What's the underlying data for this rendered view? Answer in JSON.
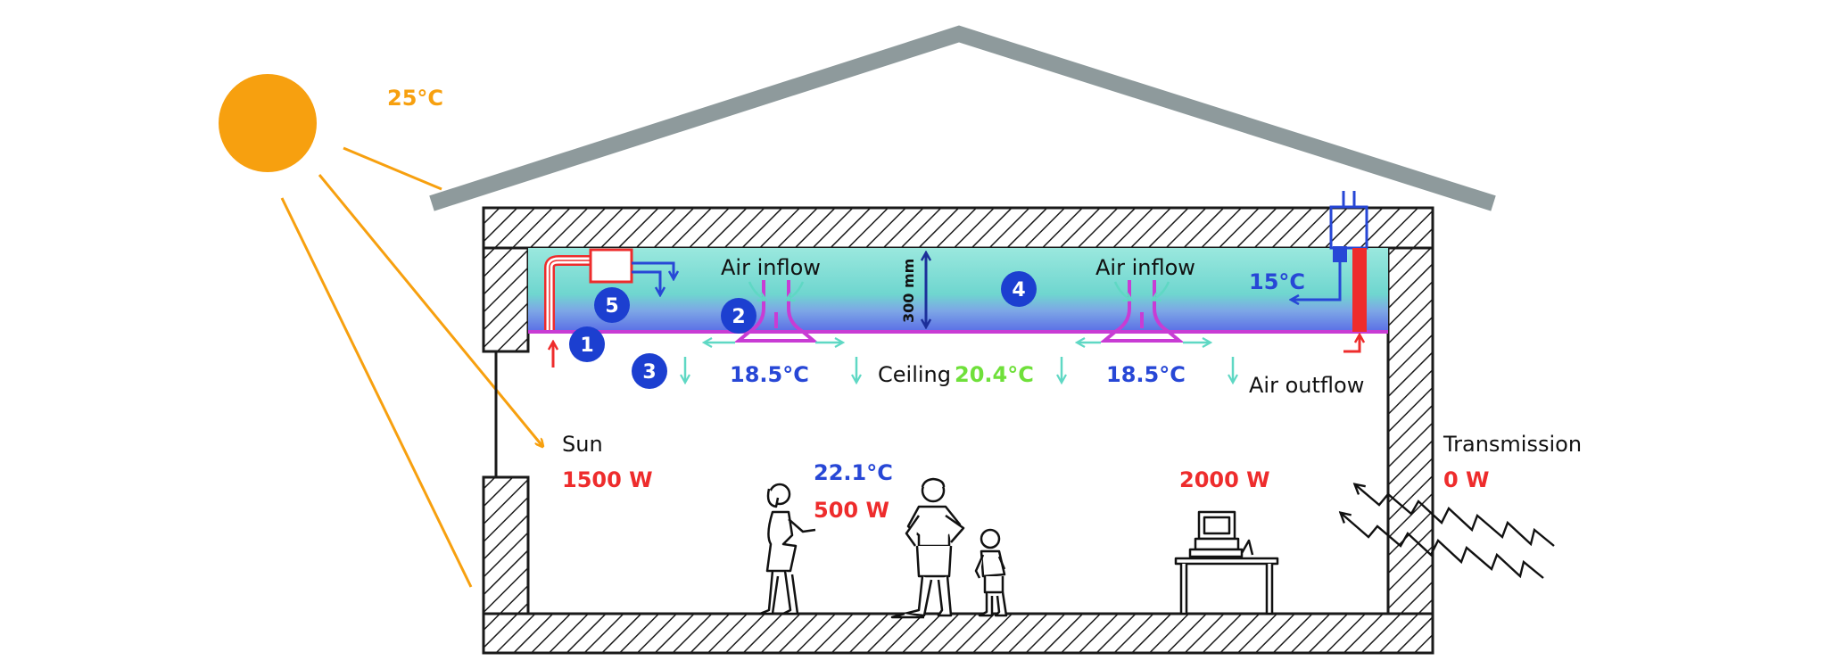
{
  "outdoor_temp": "25°C",
  "labels": {
    "air_inflow_left": "Air inflow",
    "air_inflow_right": "Air inflow",
    "plenum_height": "300 mm",
    "supply_temp": "15°C",
    "temp_left": "18.5°C",
    "temp_right": "18.5°C",
    "ceiling_word": "Ceiling",
    "ceiling_temp": "20.4°C",
    "air_outflow": "Air outflow",
    "sun": "Sun",
    "sun_power": "1500 W",
    "room_temp": "22.1°C",
    "people_power": "500 W",
    "equipment_power": "2000 W",
    "transmission": "Transmission",
    "transmission_power": "0 W"
  },
  "markers": [
    "1",
    "2",
    "3",
    "4",
    "5"
  ],
  "colors": {
    "sun": "#f7a00f",
    "roof": "#8e9a9c",
    "plenum_top": "#6ed8cc",
    "plenum_bottom": "#6a7fe8",
    "marker": "#1c3fd0",
    "blue_text": "#2747d6",
    "red_text": "#ee2c2c",
    "green_text": "#6fe03a",
    "magenta": "#c83cd4",
    "teal_arrow": "#5fd8c4"
  }
}
